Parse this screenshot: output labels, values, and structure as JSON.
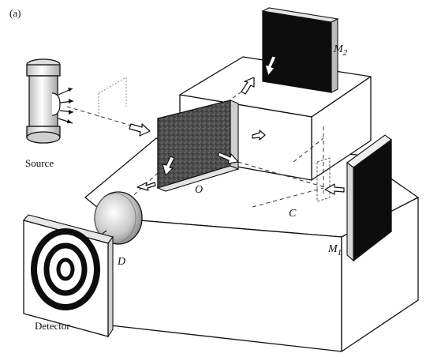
{
  "figure": {
    "panel_label": "(a)",
    "labels": {
      "source": "Source",
      "detector": "Detector",
      "beam_splitter": "O",
      "compensator": "C",
      "lens": "D",
      "mirror_1": "M",
      "mirror_1_sub": "1",
      "mirror_2": "M",
      "mirror_2_sub": "2"
    }
  }
}
